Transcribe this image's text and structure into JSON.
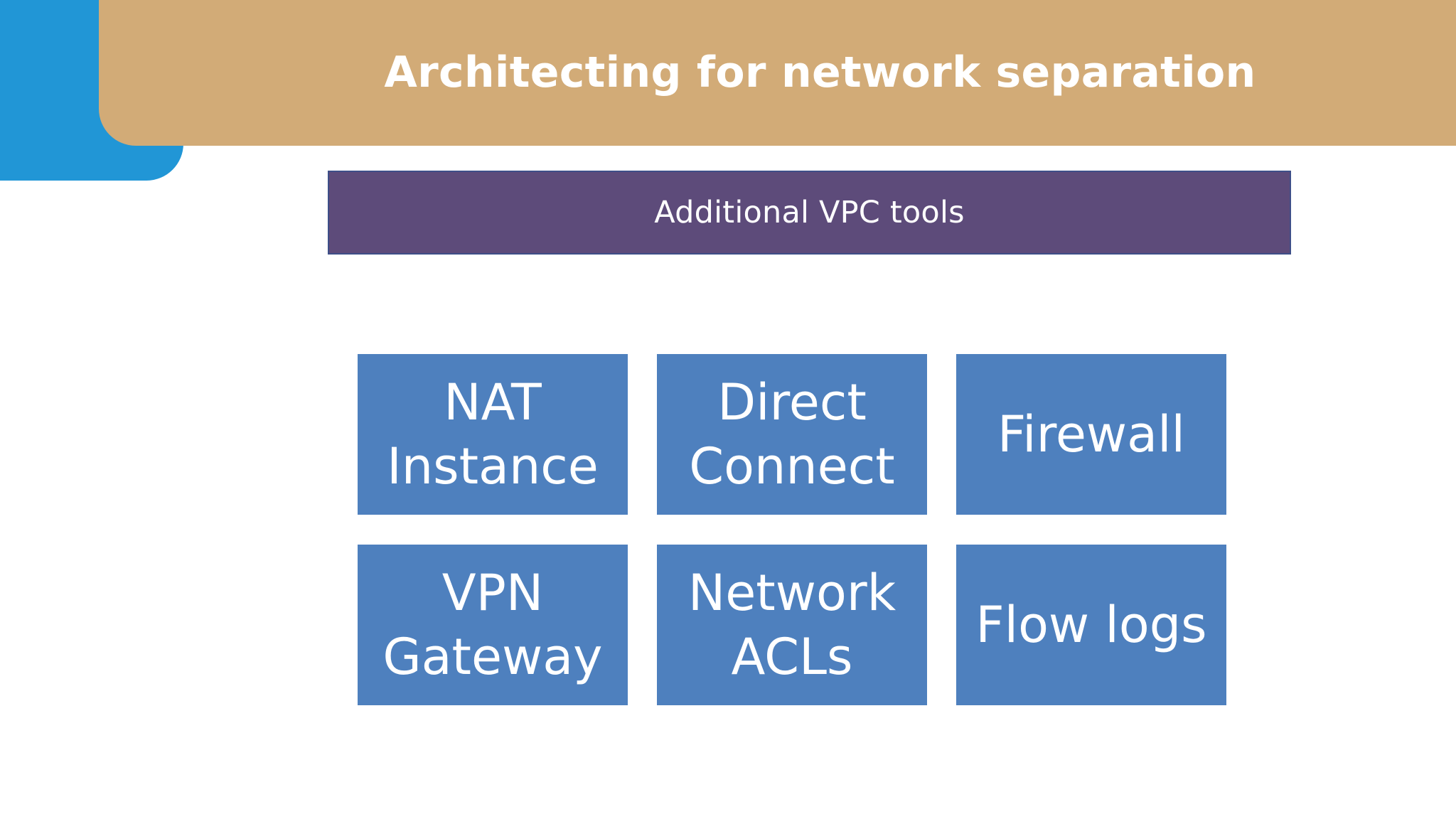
{
  "colors": {
    "accent_block": "#2196d6",
    "title_band": "#d2ab77",
    "subtitle_bar": "#5d4b7a",
    "tile": "#4e80be"
  },
  "title": "Architecting for network separation",
  "subtitle": "Additional VPC tools",
  "tiles": [
    {
      "line1": "NAT",
      "line2": "Instance"
    },
    {
      "line1": "Direct",
      "line2": "Connect"
    },
    {
      "line1": "Firewall",
      "line2": ""
    },
    {
      "line1": "VPN",
      "line2": "Gateway"
    },
    {
      "line1": "Network",
      "line2": "ACLs"
    },
    {
      "line1": "Flow logs",
      "line2": ""
    }
  ]
}
